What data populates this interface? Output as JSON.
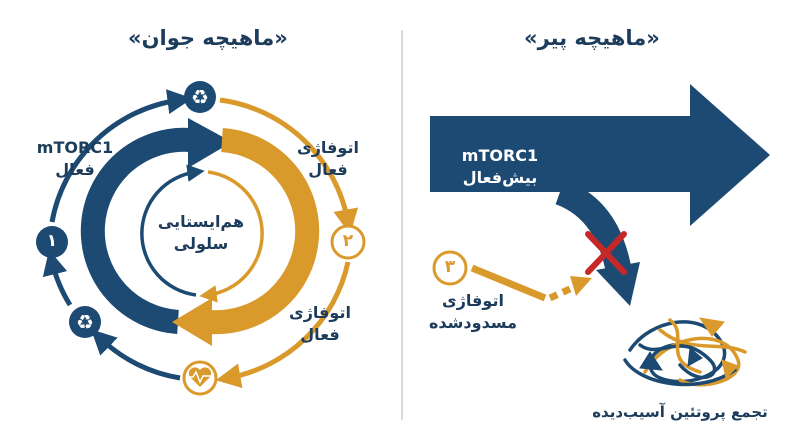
{
  "young": {
    "title": "«ماهیچه جوان»",
    "center": "هم‌ایستایی\nسلولی",
    "mtorc_label": "mTORC1\nفعال",
    "autophagy_top": "اتوفاژی\nفعال",
    "autophagy_bottom": "اتوفاژی\nفعال",
    "step1": "۱",
    "step2": "۲"
  },
  "old": {
    "title": "«ماهیچه پیر»",
    "mtorc_label": "mTORC1\nبیش‌فعال",
    "blocked_label": "اتوفاژی\nمسدودشده",
    "step3": "۳",
    "aggregate_label": "تجمع پروتئین آسیب‌دیده"
  },
  "colors": {
    "navy": "#1d4a73",
    "gold": "#d99a2b",
    "red": "#c62828",
    "icon_fill": "#1d4a73"
  },
  "icons": [
    "recycle-icon",
    "recycle-icon",
    "heart-pulse-icon"
  ]
}
